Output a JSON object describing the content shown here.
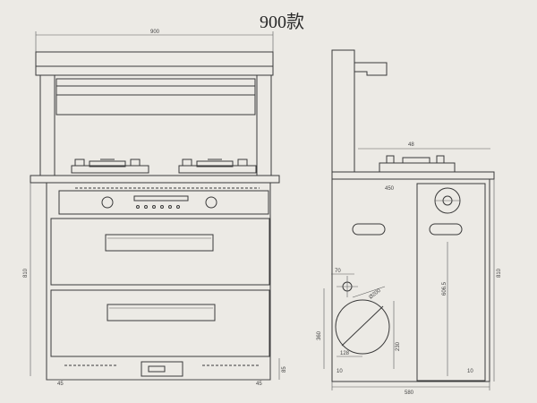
{
  "title": "900款",
  "front_view": {
    "width_dim": "900",
    "height_dim": "810",
    "foot_left": "45",
    "foot_right": "45",
    "side_mark": "85"
  },
  "side_view": {
    "hob_dim": "48",
    "depth_dim": "450",
    "inner_height_dim": "606.5",
    "height_dim": "810",
    "dia_dim": "Ø200",
    "pipe_dim": "70",
    "height_360": "360",
    "offset_128": "128",
    "offset_230": "230",
    "offset_10_left": "10",
    "offset_10_right": "10",
    "base_dim": "580"
  }
}
